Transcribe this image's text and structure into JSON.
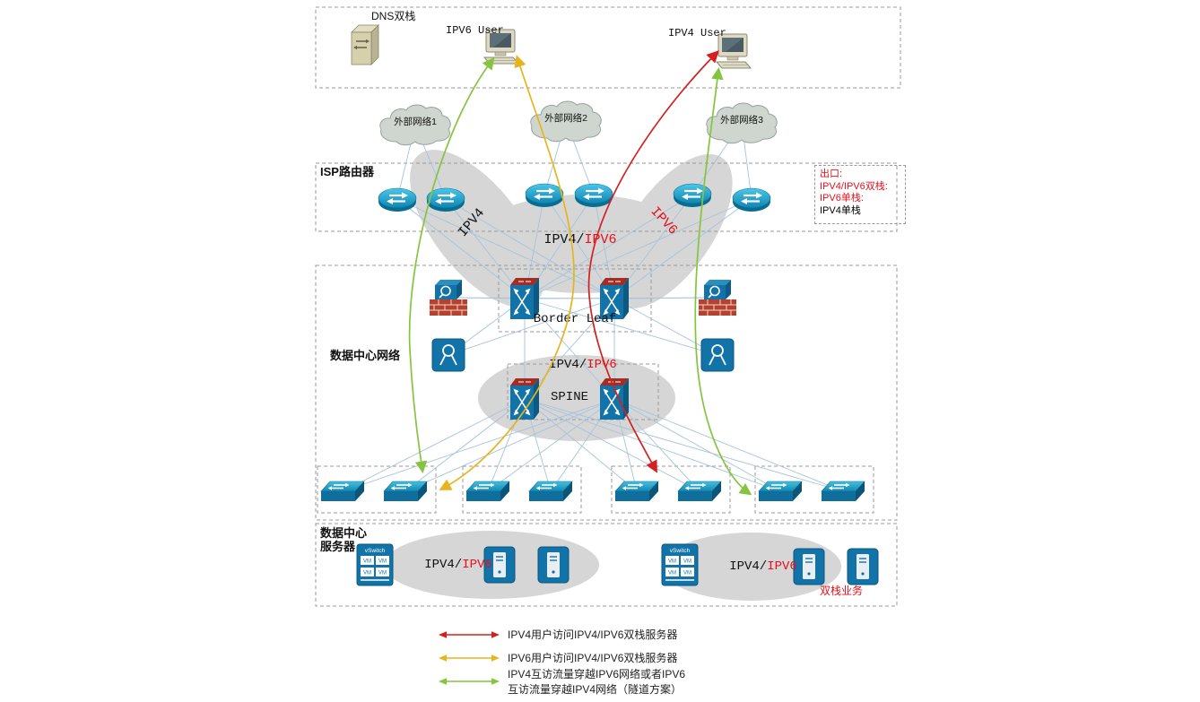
{
  "colors": {
    "flow_red": "#d42020",
    "flow_yellow": "#e6b51e",
    "flow_green": "#86c440",
    "wire_blue": "#a5c3dd",
    "blob_gray": "#d6d6d6",
    "red_text": "#e8101a"
  },
  "users_box": {
    "dns": "DNS双栈",
    "ipv6_user": "IPV6 User",
    "ipv4_user": "IPV4 User"
  },
  "clouds": {
    "c1": "外部网络1",
    "c2": "外部网络2",
    "c3": "外部网络3"
  },
  "isp": {
    "title": "ISP路由器"
  },
  "exit_legend": {
    "title": "出口:",
    "line1": "IPV4/IPV6双栈:",
    "line2": "IPV6单栈:",
    "line3": "IPV4单栈"
  },
  "labels": {
    "ipv4": "IPV4",
    "ipv6": "IPV6",
    "dual_prefix": "IPV4/",
    "dual_suffix": "IPV6",
    "border_leaf": "Border Leaf",
    "spine": "SPINE"
  },
  "dc": {
    "title": "数据中心网络"
  },
  "servers": {
    "title1": "数据中心",
    "title2": "服务器",
    "vswitch": "vSwitch",
    "vm": "VM",
    "dual_business": "双栈业务"
  },
  "legend": {
    "red": "IPV4用户访问IPV4/IPV6双栈服务器",
    "yellow": "IPV6用户访问IPV4/IPV6双栈服务器",
    "green1": "IPV4互访流量穿越IPV6网络或者IPV6",
    "green2": "互访流量穿越IPV4网络（隧道方案）"
  }
}
